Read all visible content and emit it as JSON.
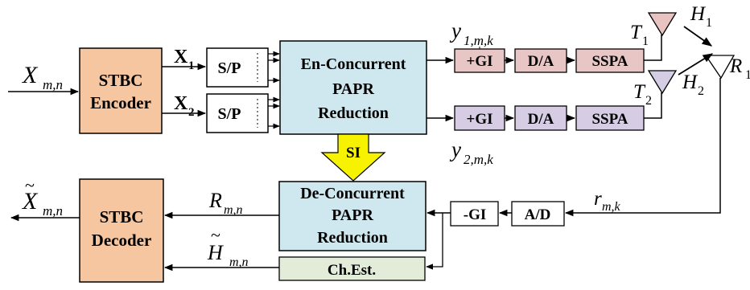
{
  "colors": {
    "stbc_fill": "#f6c6a1",
    "papr_fill": "#cfe8ef",
    "tx1_fill": "#e9c6c6",
    "tx2_fill": "#d6cde4",
    "chest_fill": "#e3ecd9",
    "si_fill": "#f7f300",
    "ant1": "#e9c2c2",
    "ant2": "#d5cde4"
  },
  "blocks": {
    "stbc_encoder": [
      "STBC",
      "Encoder"
    ],
    "sp1": "S/P",
    "sp2": "S/P",
    "en_concurrent": [
      "En-Concurrent",
      "PAPR",
      "Reduction"
    ],
    "gi1": "+GI",
    "da1": "D/A",
    "sspa1": "SSPA",
    "gi2": "+GI",
    "da2": "D/A",
    "sspa2": "SSPA",
    "si": "SI",
    "de_concurrent": [
      "De-Concurrent",
      "PAPR",
      "Reduction"
    ],
    "minus_gi": "-GI",
    "ad": "A/D",
    "chest": "Ch.Est.",
    "stbc_decoder": [
      "STBC",
      "Decoder"
    ]
  },
  "labels": {
    "input": {
      "main": "X",
      "sub": "m,n"
    },
    "x1": {
      "main": "X",
      "sub": "1"
    },
    "x2": {
      "main": "X",
      "sub": "2"
    },
    "y1": {
      "main": "y",
      "sub": "1,m,k"
    },
    "y2": {
      "main": "y",
      "sub": "2,m,k"
    },
    "t1": {
      "main": "T",
      "sub": "1"
    },
    "t2": {
      "main": "T",
      "sub": "2"
    },
    "h1": {
      "main": "H",
      "sub": "1"
    },
    "h2": {
      "main": "H",
      "sub": "2"
    },
    "r1": {
      "main": "R",
      "sub": "1"
    },
    "r_mk": {
      "main": "r",
      "sub": "m,k"
    },
    "r_mn": {
      "main": "R",
      "sub": "m,n"
    },
    "h_tilde": {
      "main": "H",
      "sub": "m,n",
      "accent": "~"
    },
    "x_tilde": {
      "main": "X",
      "sub": "m,n",
      "accent": "~"
    }
  }
}
